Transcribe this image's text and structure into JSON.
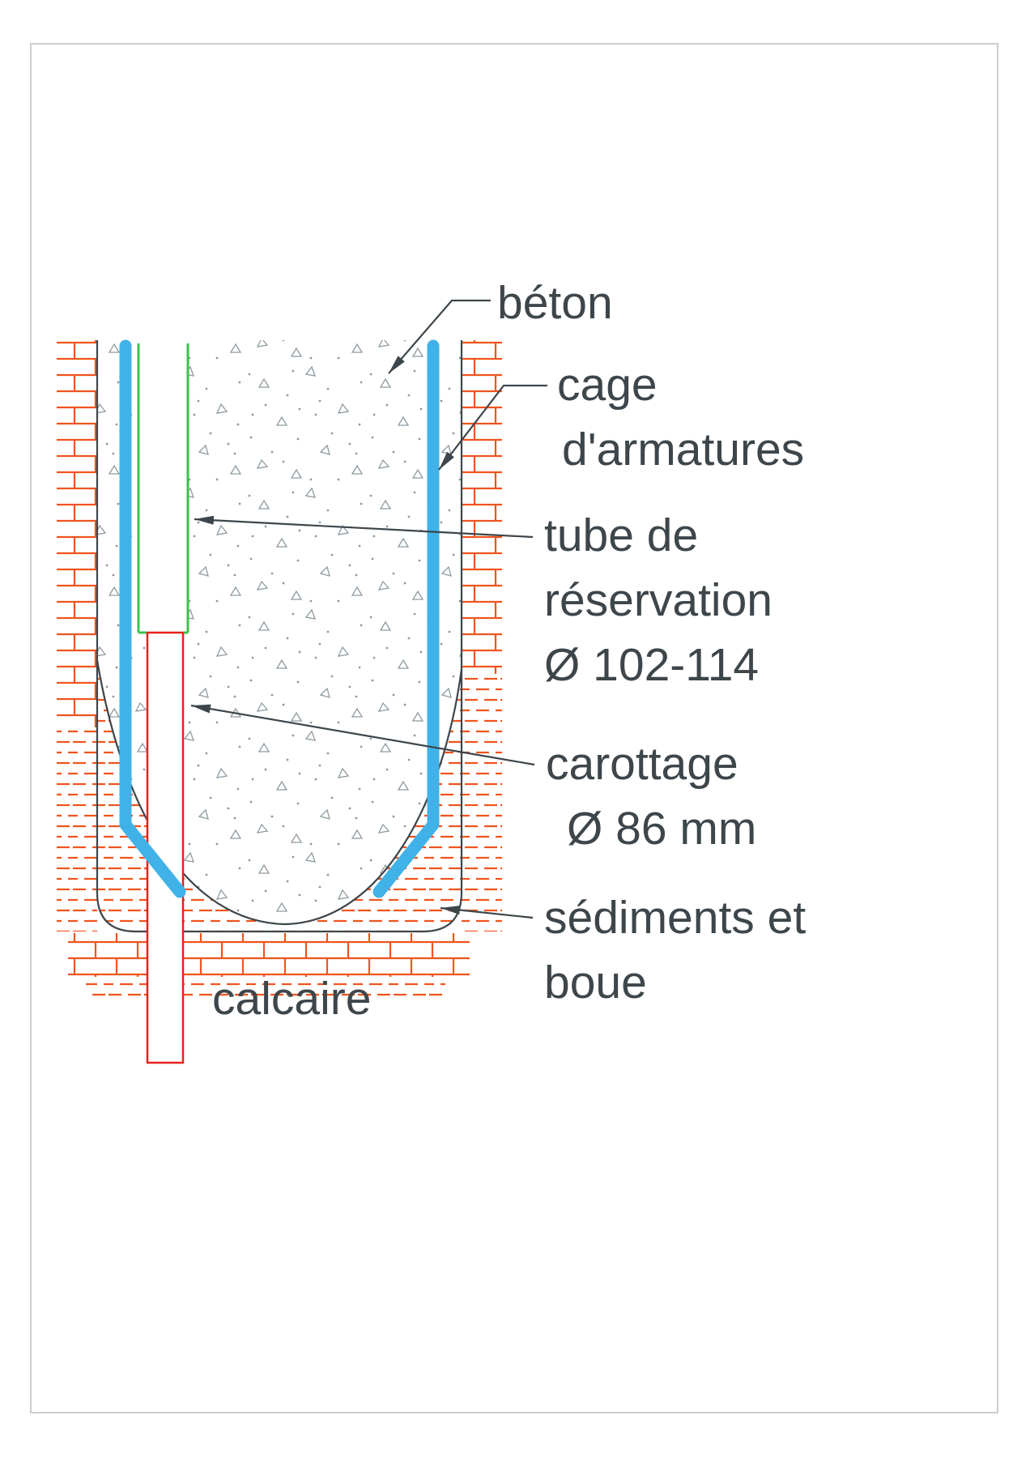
{
  "diagram": {
    "title_context": "pile cross-section construction detail",
    "labels": {
      "beton": "béton",
      "cage": [
        "cage",
        "d'armatures"
      ],
      "tube": [
        "tube de",
        "réservation",
        "Ø 102-114"
      ],
      "carottage": [
        "carottage",
        "Ø 86 mm"
      ],
      "sediments": [
        "sédiments et",
        "boue"
      ],
      "calcaire": "calcaire"
    },
    "colors": {
      "ink": "#3d464b",
      "hatch_orange": "#f0541e",
      "rebar_blue": "#41b2e8",
      "tube_green": "#3cc24e",
      "core_red": "#e8201e",
      "speckle_gray": "#8d9aa0",
      "frame_gray": "#c9ced2",
      "background": "#ffffff"
    }
  }
}
